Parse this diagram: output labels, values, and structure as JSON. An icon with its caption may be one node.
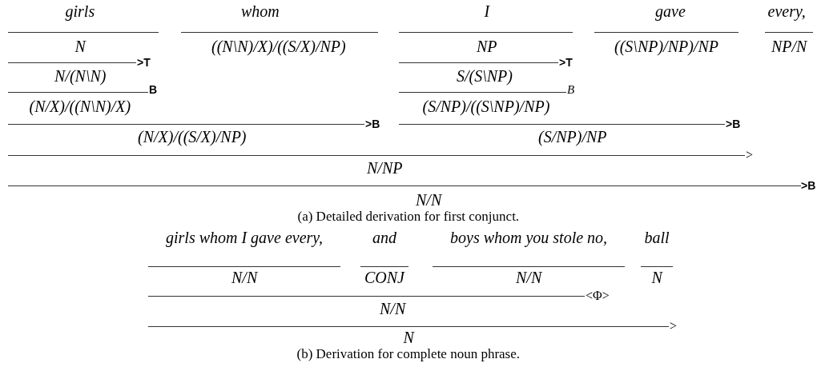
{
  "diagram": {
    "labels": [
      "girls",
      "whom",
      "I",
      "gave",
      "every,",
      "N",
      "((N\\N)/X)/((S/X)/NP)",
      "NP",
      "((S\\NP)/NP)/NP",
      "NP/N",
      ">T",
      ">T",
      "N/(N\\N)",
      "S/(S\\NP)",
      "B",
      "B",
      "(N/X)/((N\\N)/X)",
      "(S/NP)/((S\\NP)/NP)",
      ">B",
      ">B",
      "(N/X)/((S/X)/NP)",
      "(S/NP)/NP",
      ">",
      "N/NP",
      ">B",
      "N/N",
      "(a) Detailed derivation for first conjunct.",
      "girls whom I gave every,",
      "and",
      "boys whom you stole no,",
      "ball",
      "N/N",
      "CONJ",
      "N/N",
      "N",
      "<Φ>",
      "N/N",
      ">",
      "N",
      "(b) Derivation for complete noun phrase."
    ]
  }
}
